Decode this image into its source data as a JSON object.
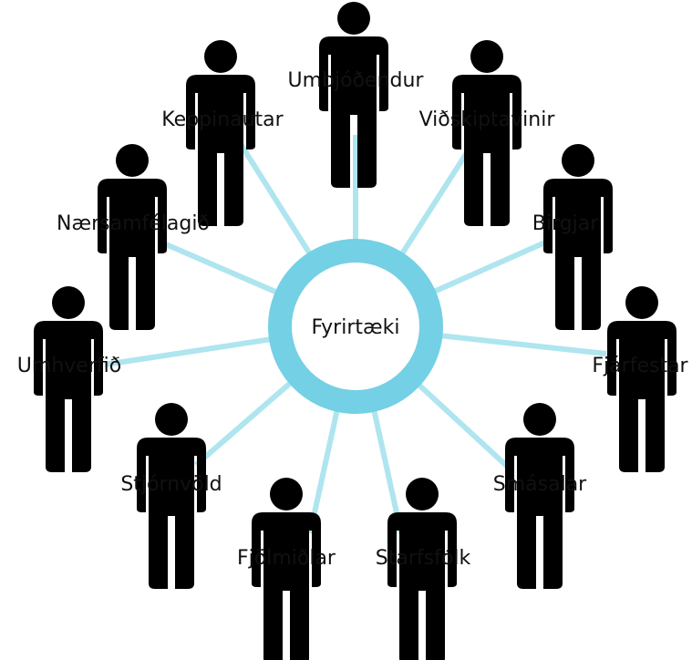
{
  "center": {
    "label": "Fyrirtæki"
  },
  "stakeholders": [
    {
      "label": "Umbjóðendur"
    },
    {
      "label": "Viðskiptavinir"
    },
    {
      "label": "Birgjar"
    },
    {
      "label": "Fjárfestar"
    },
    {
      "label": "Smásalar"
    },
    {
      "label": "Starfsfólk"
    },
    {
      "label": "Fjölmiðlar"
    },
    {
      "label": "Stjórnvöld"
    },
    {
      "label": "Umhverfið"
    },
    {
      "label": "Nærsamfélagið"
    },
    {
      "label": "Keppinautar"
    }
  ],
  "colors": {
    "figure": "#aee5ef",
    "spoke": "#aee5ef",
    "hub_ring": "#74d0e4",
    "text": "#111111"
  },
  "icons": {
    "person": "person-icon"
  }
}
